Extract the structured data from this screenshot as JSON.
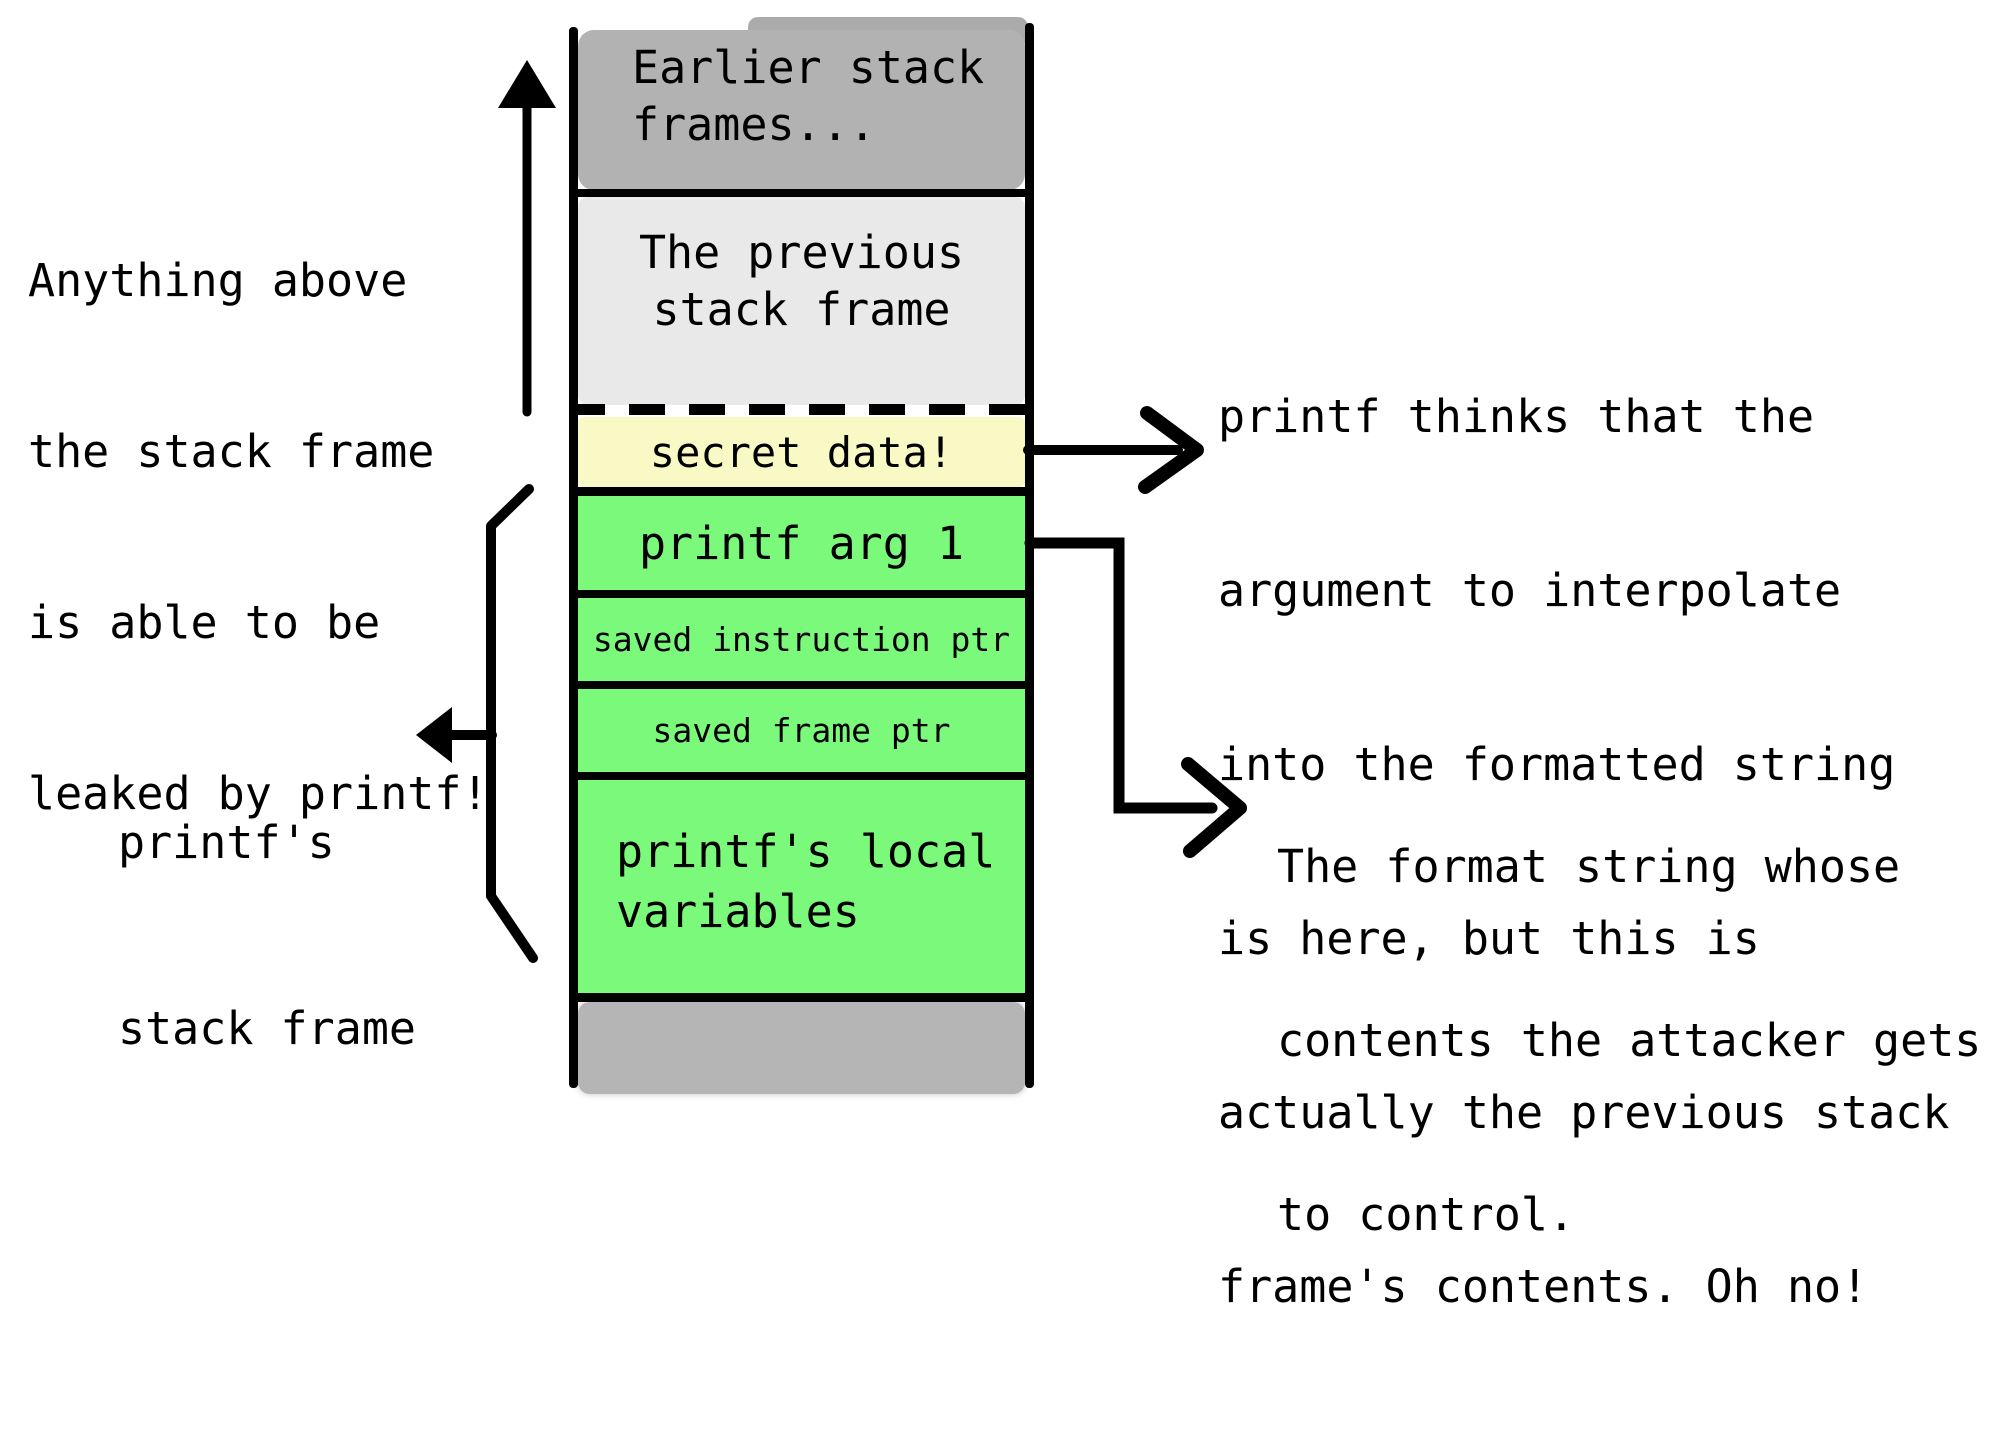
{
  "notes": {
    "leak_note": {
      "lines": [
        "Anything above",
        "the stack frame",
        "is able to be",
        "leaked by printf!"
      ]
    },
    "frame_label": {
      "lines": [
        "printf's",
        "stack frame"
      ]
    },
    "interpolate_note": {
      "lines": [
        "printf thinks that the",
        "argument to interpolate",
        "into the formatted string",
        "is here, but this is",
        "actually the previous stack",
        "frame's contents. Oh no!"
      ]
    },
    "format_note": {
      "lines": [
        "The format string whose",
        "contents the attacker gets",
        "to control."
      ]
    }
  },
  "stack": {
    "continuation": {
      "color": "#ababab"
    },
    "earlier": {
      "lines": [
        "Earlier stack",
        "frames..."
      ],
      "color": "#b2b2b2"
    },
    "previous": {
      "lines": [
        "The previous",
        "stack frame"
      ],
      "color": "#e9e9e9"
    },
    "secret": {
      "label": "secret data!",
      "color": "#f9f9c5"
    },
    "arg1": {
      "label": "printf arg 1",
      "color": "#7bf97b"
    },
    "saved_ip": {
      "label": "saved instruction ptr",
      "color": "#7bf97b"
    },
    "saved_fp": {
      "label": "saved frame ptr",
      "color": "#7bf97b"
    },
    "locals": {
      "lines": [
        "printf's local",
        "variables"
      ],
      "color": "#7bf97b"
    },
    "bottom": {
      "label": "",
      "color": "#b5b5b5"
    }
  },
  "palette": {
    "ink": "#000000",
    "background": "#ffffff"
  },
  "icons": {
    "up_arrow": "stack-grows-up-arrow",
    "left_arrow": "frame-label-arrow",
    "secret_arrow": "secret-data-pointer-arrow",
    "elbow_arrow": "format-string-pointer-arrow",
    "bracket": "stack-frame-bracket"
  }
}
